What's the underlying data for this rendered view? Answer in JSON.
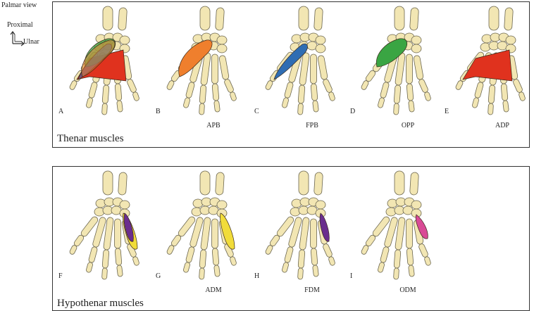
{
  "orientation": {
    "view": "Palmar view",
    "proximal": "Proximal",
    "ulnar": "Ulnar"
  },
  "colors": {
    "bone_fill": "#f2e6b3",
    "bone_stroke": "#6b6650",
    "frame": "#333333"
  },
  "thenar": {
    "title": "Thenar muscles",
    "hands": [
      {
        "letter": "A",
        "abbr": "",
        "muscle": "all-thenar"
      },
      {
        "letter": "B",
        "abbr": "APB",
        "muscle": "apb",
        "color": "#ef7f2d"
      },
      {
        "letter": "C",
        "abbr": "FPB",
        "muscle": "fpb",
        "color": "#2f6db3"
      },
      {
        "letter": "D",
        "abbr": "OPP",
        "muscle": "opp",
        "color": "#3aa543"
      },
      {
        "letter": "E",
        "abbr": "ADP",
        "muscle": "adp",
        "color": "#e0321e"
      }
    ]
  },
  "hypothenar": {
    "title": "Hypothenar muscles",
    "hands": [
      {
        "letter": "F",
        "abbr": "",
        "muscle": "all-hypo"
      },
      {
        "letter": "G",
        "abbr": "ADM",
        "muscle": "adm",
        "color": "#f1dc3a"
      },
      {
        "letter": "H",
        "abbr": "FDM",
        "muscle": "fdm",
        "color": "#6a2e8e"
      },
      {
        "letter": "I",
        "abbr": "ODM",
        "muscle": "odm",
        "color": "#d94a96"
      }
    ]
  }
}
